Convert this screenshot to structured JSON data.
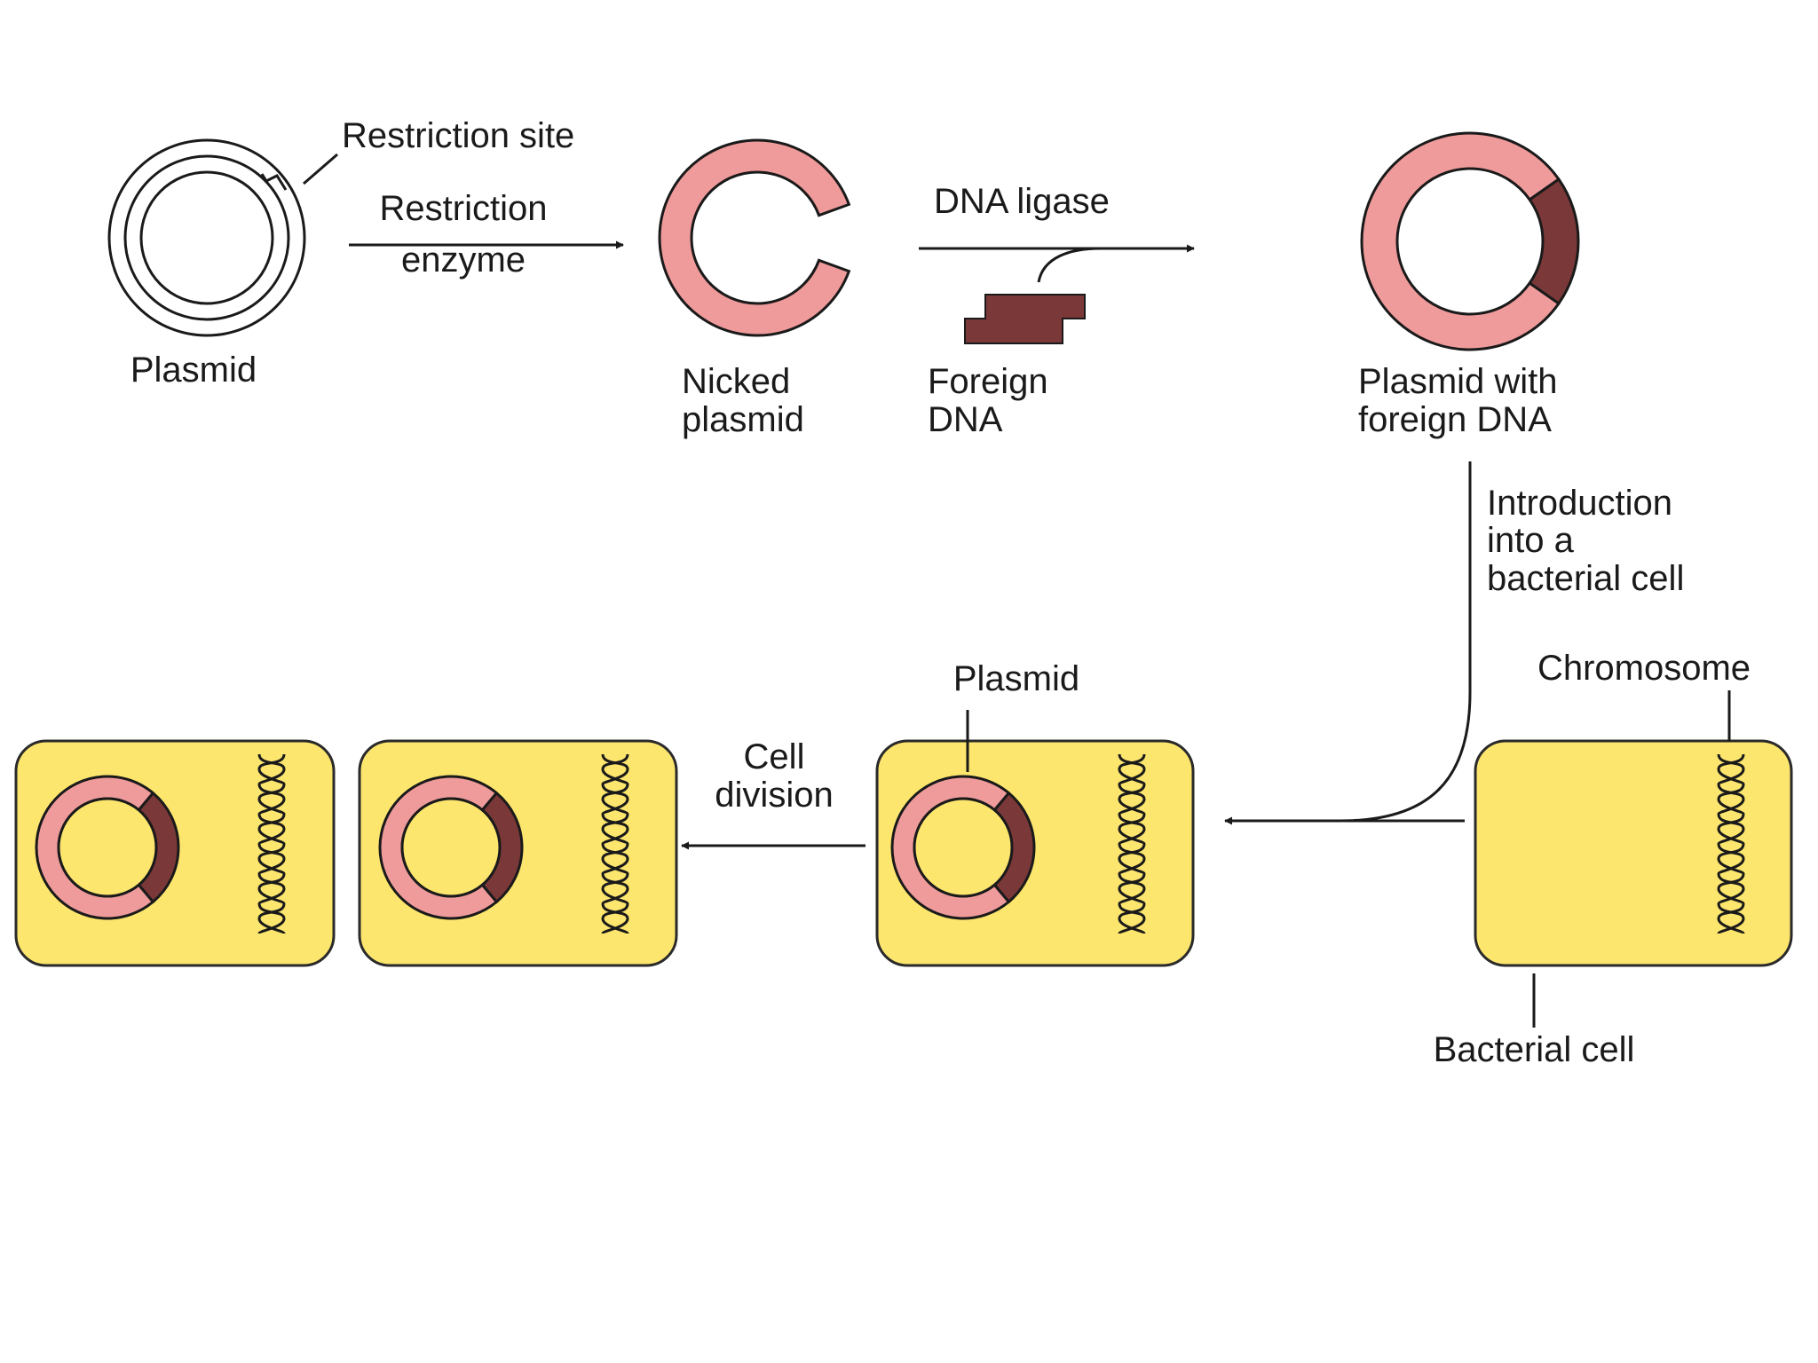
{
  "colors": {
    "plasmid": "#f09b9b",
    "foreign_dna": "#7b3838",
    "cell_fill": "#fde66e",
    "outline": "#1a1a1a",
    "background": "#ffffff"
  },
  "labels": {
    "restriction_site": "Restriction site",
    "restriction_enzyme_line1": "Restriction",
    "restriction_enzyme_line2": "enzyme",
    "plasmid_top": "Plasmid",
    "nicked_line1": "Nicked",
    "nicked_line2": "plasmid",
    "dna_ligase": "DNA ligase",
    "foreign_line1": "Foreign",
    "foreign_line2": "DNA",
    "recombinant_line1": "Plasmid with",
    "recombinant_line2": "foreign DNA",
    "introduction_line1": "Introduction",
    "introduction_line2": "into a",
    "introduction_line3": "bacterial cell",
    "chromosome": "Chromosome",
    "plasmid_cell": "Plasmid",
    "cell_division_line1": "Cell",
    "cell_division_line2": "division",
    "bacterial_cell": "Bacterial cell"
  }
}
